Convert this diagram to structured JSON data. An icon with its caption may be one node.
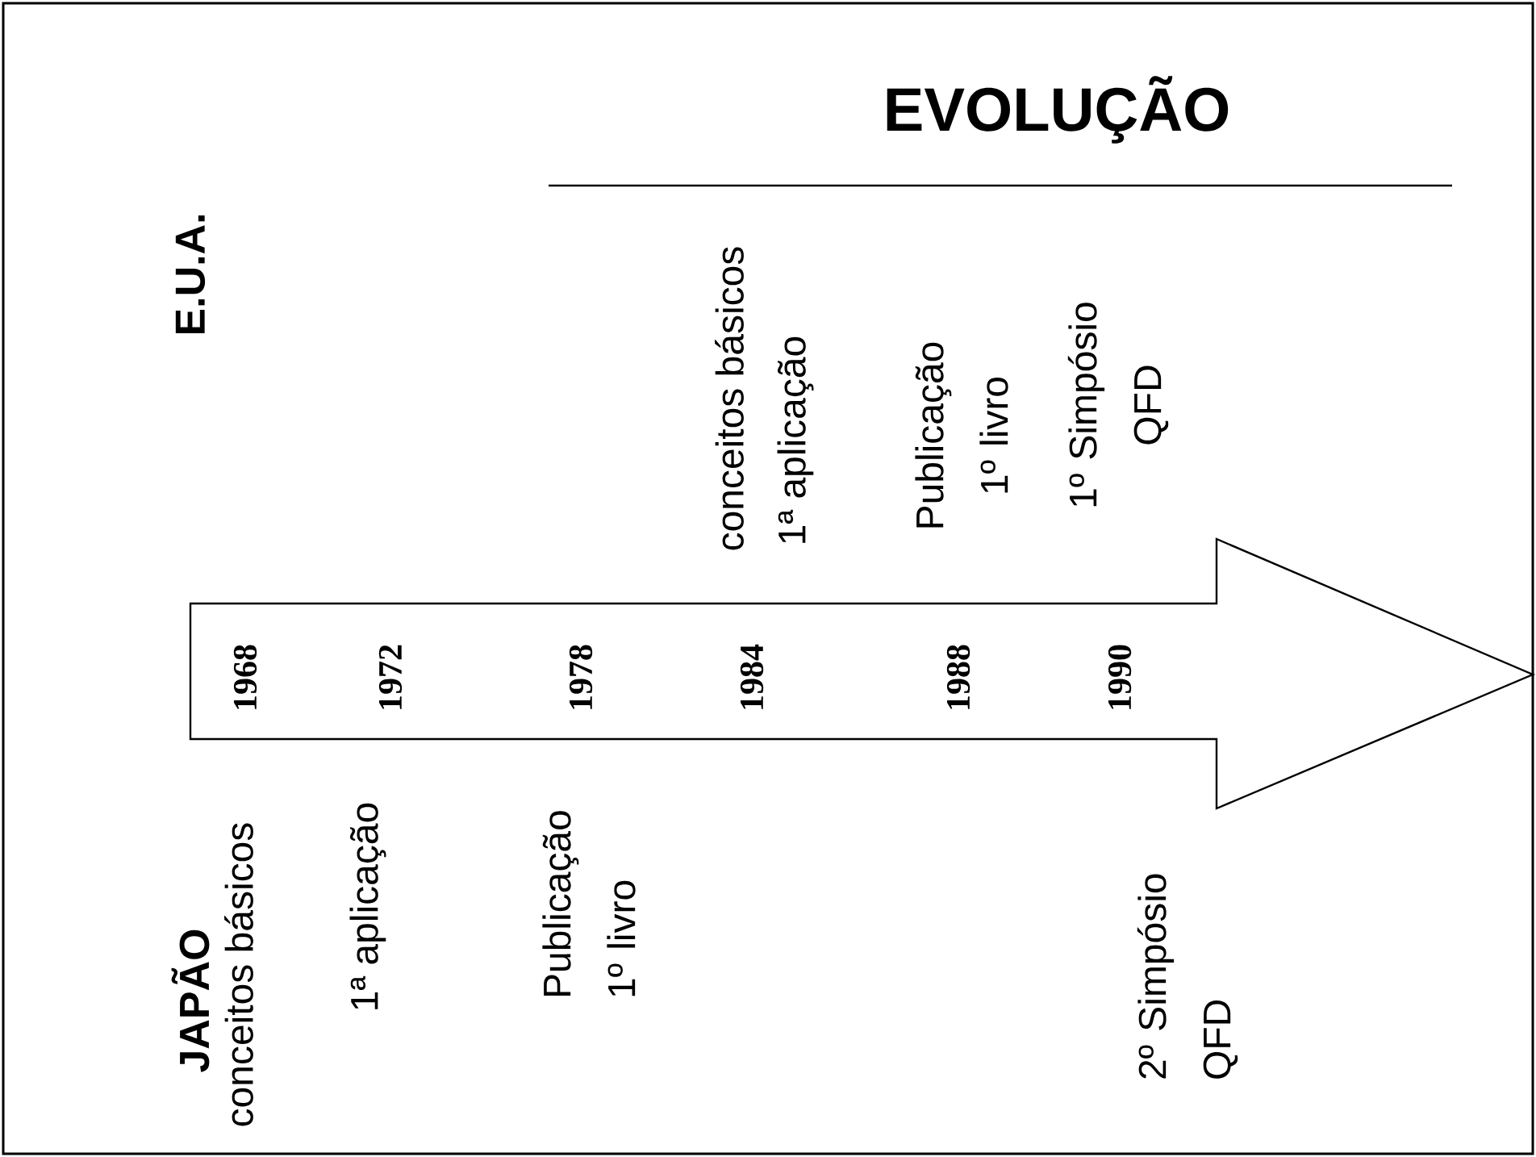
{
  "diagram": {
    "title": "EVOLUÇÃO",
    "nodes": [
      {
        "text": [
          "1968",
          "1972",
          "1978",
          "1984",
          "1988",
          "1990"
        ]
      }
    ],
    "labels": [
      "E.U.A.",
      "conceitos básicos",
      "1ª aplicação",
      "Publicação 1º livro",
      "1º Simpósio QFD",
      "JAPÃO",
      "conceitos básicos",
      "1ª aplicação",
      "Publicação 1º livro",
      "2º Simpósio QFD"
    ]
  }
}
